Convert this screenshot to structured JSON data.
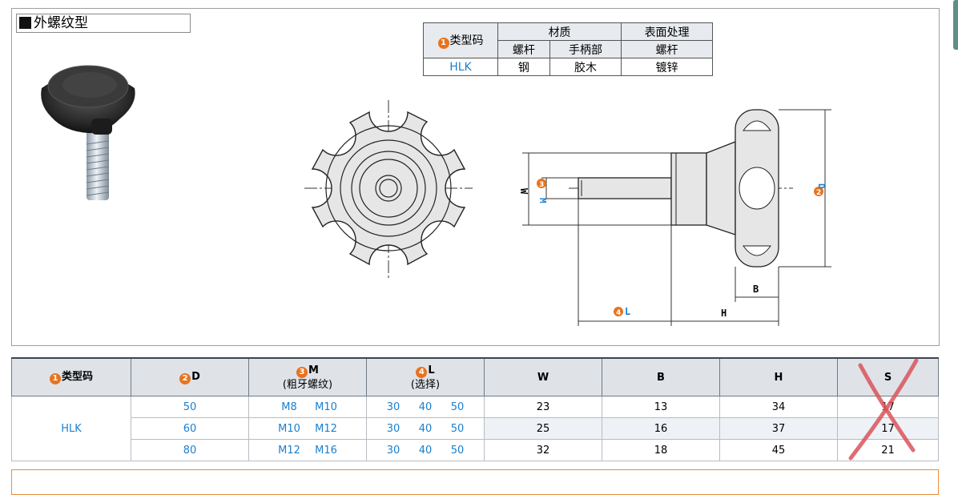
{
  "section": {
    "title": "外螺纹型"
  },
  "material_table": {
    "header_code": "类型码",
    "header_material": "材质",
    "header_surface": "表面处理",
    "sub": [
      "螺杆",
      "手柄部",
      "螺杆"
    ],
    "row": {
      "code": "HLK",
      "screw": "钢",
      "handle": "胶木",
      "surface": "镀锌"
    }
  },
  "drawing": {
    "labels": {
      "w": "W",
      "m": "M",
      "d": "D",
      "l": "L",
      "b": "B",
      "h": "H"
    },
    "markers": {
      "m": "3",
      "d": "2",
      "l": "4"
    }
  },
  "spec_table": {
    "headers": {
      "code": "类型码",
      "code_num": "1",
      "d": "D",
      "d_num": "2",
      "m": "M",
      "m_num": "3",
      "m_sub": "(粗牙螺纹)",
      "l": "L",
      "l_num": "4",
      "l_sub": "(选择)",
      "w": "W",
      "b": "B",
      "h": "H",
      "s": "S"
    },
    "code": "HLK",
    "rows": [
      {
        "d": "50",
        "m": [
          "M8",
          "M10"
        ],
        "l": [
          "30",
          "40",
          "50"
        ],
        "w": "23",
        "b": "13",
        "h": "34",
        "s": "17"
      },
      {
        "d": "60",
        "m": [
          "M10",
          "M12"
        ],
        "l": [
          "30",
          "40",
          "50"
        ],
        "w": "25",
        "b": "16",
        "h": "37",
        "s": "17"
      },
      {
        "d": "80",
        "m": [
          "M12",
          "M16"
        ],
        "l": [
          "30",
          "40",
          "50"
        ],
        "w": "32",
        "b": "18",
        "h": "45",
        "s": "21"
      }
    ]
  },
  "colors": {
    "accent_blue": "#1a7fd0",
    "marker_orange": "#e8731d",
    "cross_red": "#d9535b"
  }
}
